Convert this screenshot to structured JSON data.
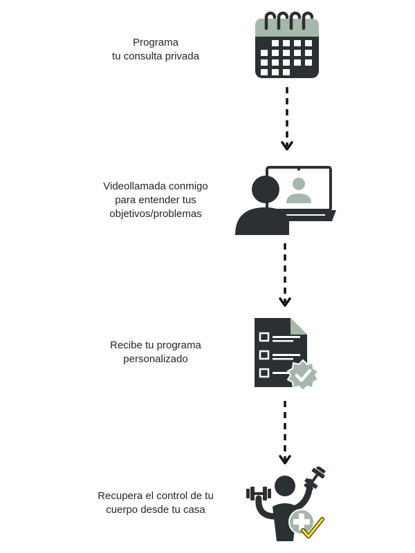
{
  "steps": [
    {
      "lines": [
        "Programa",
        "tu consulta privada"
      ],
      "icon": "calendar-icon"
    },
    {
      "lines": [
        "Videollamada conmigo",
        "para entender tus",
        "objetivos/problemas"
      ],
      "icon": "video-call-icon"
    },
    {
      "lines": [
        "Recibe tu programa",
        "personalizado"
      ],
      "icon": "checklist-document-icon"
    },
    {
      "lines": [
        "Recupera el control de tu",
        "cuerpo desde tu casa"
      ],
      "icon": "fitness-health-icon"
    }
  ],
  "colors": {
    "dark": "#2b3033",
    "sage": "#a5b8a9",
    "accent_yellow": "#f2e01a",
    "text": "#1f2326"
  }
}
